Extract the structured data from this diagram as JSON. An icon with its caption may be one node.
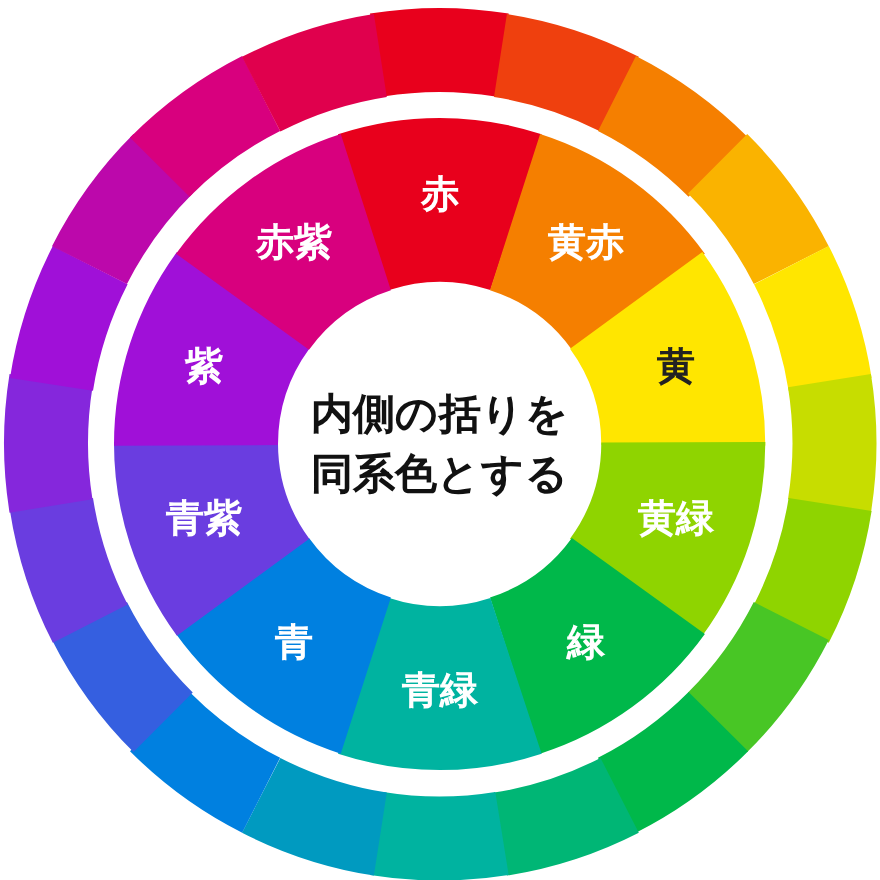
{
  "diagram": {
    "nodes": [
      {
        "text": [
          "内側の括りを同系色とする"
        ]
      },
      {
        "text": [
          "赤"
        ]
      },
      {
        "text": [
          "黄赤"
        ]
      },
      {
        "text": [
          "黄"
        ]
      },
      {
        "text": [
          "黄緑"
        ]
      },
      {
        "text": [
          "緑"
        ]
      },
      {
        "text": [
          "青緑"
        ]
      },
      {
        "text": [
          "青"
        ]
      },
      {
        "text": [
          "青紫"
        ]
      },
      {
        "text": [
          "紫"
        ]
      },
      {
        "text": [
          "赤紫"
        ]
      },
      {
        "text": [],
        "shape": "wedge"
      },
      {
        "text": [],
        "shape": "wedge"
      },
      {
        "text": [],
        "shape": "wedge"
      },
      {
        "text": [],
        "shape": "wedge"
      },
      {
        "text": [],
        "shape": "wedge"
      },
      {
        "text": [],
        "shape": "wedge"
      },
      {
        "text": [],
        "shape": "wedge"
      },
      {
        "text": [],
        "shape": "wedge"
      },
      {
        "text": [],
        "shape": "wedge"
      },
      {
        "text": [],
        "shape": "wedge"
      },
      {
        "text": [],
        "shape": "wedge"
      },
      {
        "text": [],
        "shape": "wedge"
      },
      {
        "text": [],
        "shape": "wedge"
      },
      {
        "text": [],
        "shape": "wedge"
      },
      {
        "text": [],
        "shape": "wedge"
      },
      {
        "text": [],
        "shape": "wedge"
      },
      {
        "text": [],
        "shape": "wedge"
      },
      {
        "text": [],
        "shape": "wedge"
      },
      {
        "text": [],
        "shape": "wedge"
      },
      {
        "text": [],
        "shape": "wedge"
      }
    ]
  }
}
